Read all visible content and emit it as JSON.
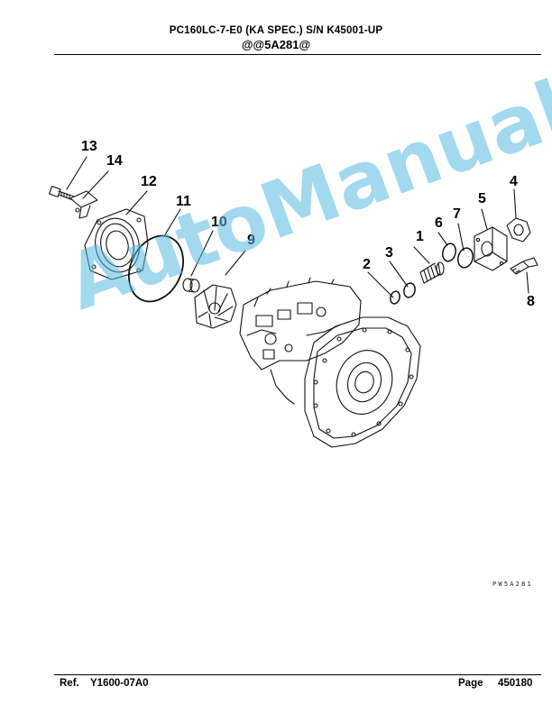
{
  "header": {
    "title": "PC160LC-7-E0 (KA SPEC.) S/N K45001-UP",
    "code": "@@5A281@"
  },
  "diagram": {
    "part_labels": [
      "1",
      "2",
      "3",
      "4",
      "5",
      "6",
      "7",
      "8",
      "9",
      "10",
      "11",
      "12",
      "13",
      "14"
    ],
    "figure_code": "PW5A281",
    "watermark": "AutoManual"
  },
  "footer": {
    "ref_label": "Ref.",
    "ref_value": "Y1600-07A0",
    "page_label": "Page",
    "page_value": "450180"
  }
}
